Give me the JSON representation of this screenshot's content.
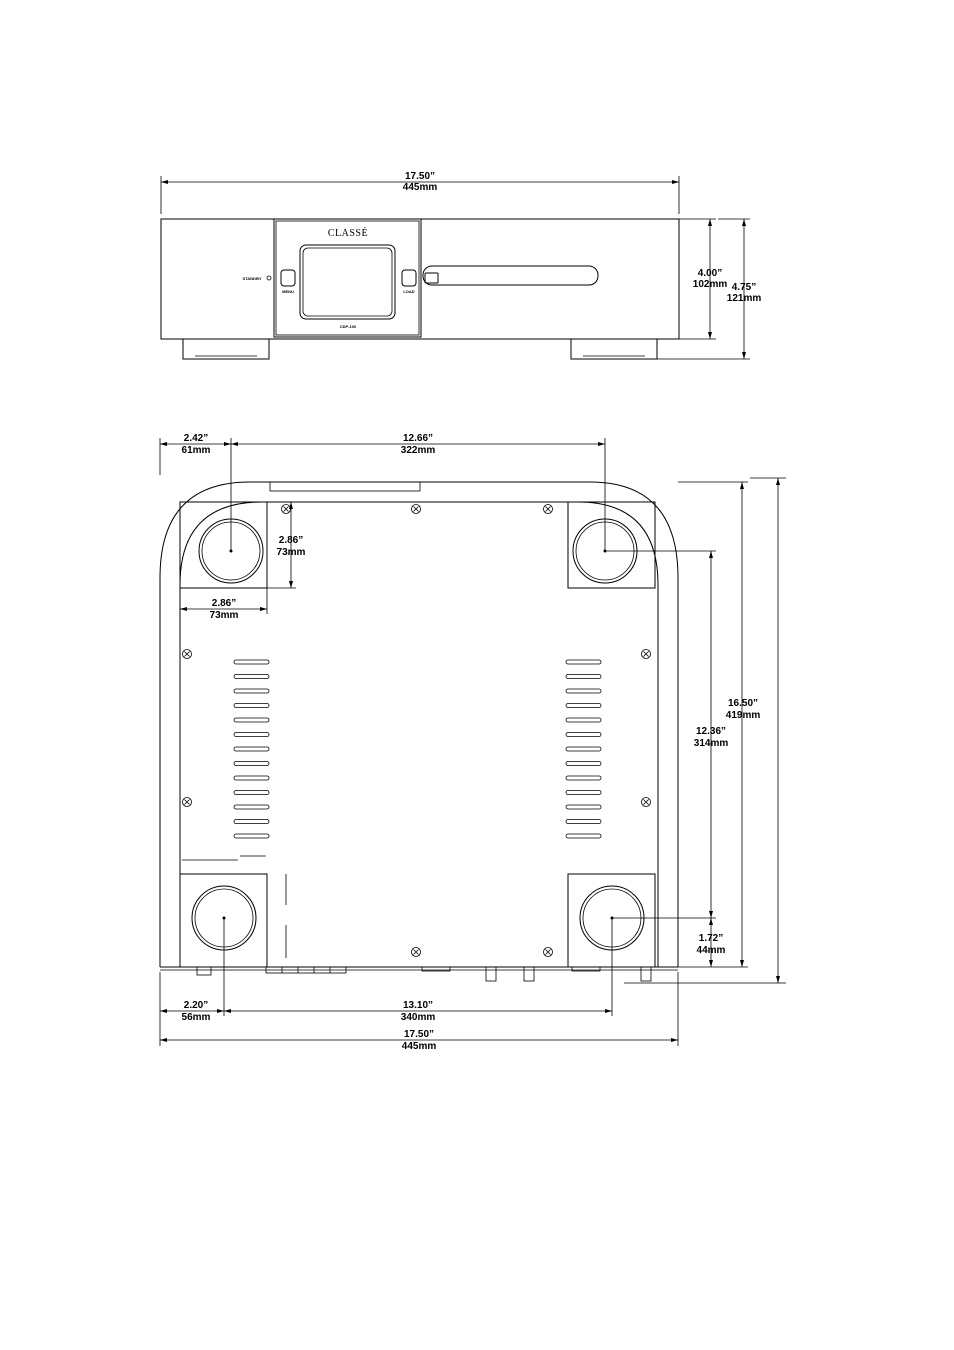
{
  "front_view": {
    "brand": "CLASSÉ",
    "model": "CDP-100",
    "standby_label": "STANDBY",
    "left_button_label": "MENU",
    "right_button_label": "LOAD",
    "width_in": "17.50”",
    "width_mm": "445mm",
    "body_height_in": "4.00”",
    "body_height_mm": "102mm",
    "total_height_in": "4.75”",
    "total_height_mm": "121mm"
  },
  "bottom_view": {
    "foot_offset_in": "2.42”",
    "foot_offset_mm": "61mm",
    "foot_spacing_top_in": "12.66”",
    "foot_spacing_top_mm": "322mm",
    "foot_pad_height_in": "2.86”",
    "foot_pad_height_mm": "73mm",
    "foot_pad_width_in": "2.86”",
    "foot_pad_width_mm": "73mm",
    "depth_in": "16.50”",
    "depth_mm": "419mm",
    "foot_depth_spacing_in": "12.36”",
    "foot_depth_spacing_mm": "314mm",
    "rear_foot_offset_in": "1.72”",
    "rear_foot_offset_mm": "44mm",
    "bottom_left_offset_in": "2.20”",
    "bottom_left_offset_mm": "56mm",
    "foot_spacing_bottom_in": "13.10”",
    "foot_spacing_bottom_mm": "340mm",
    "width_in": "17.50”",
    "width_mm": "445mm"
  }
}
